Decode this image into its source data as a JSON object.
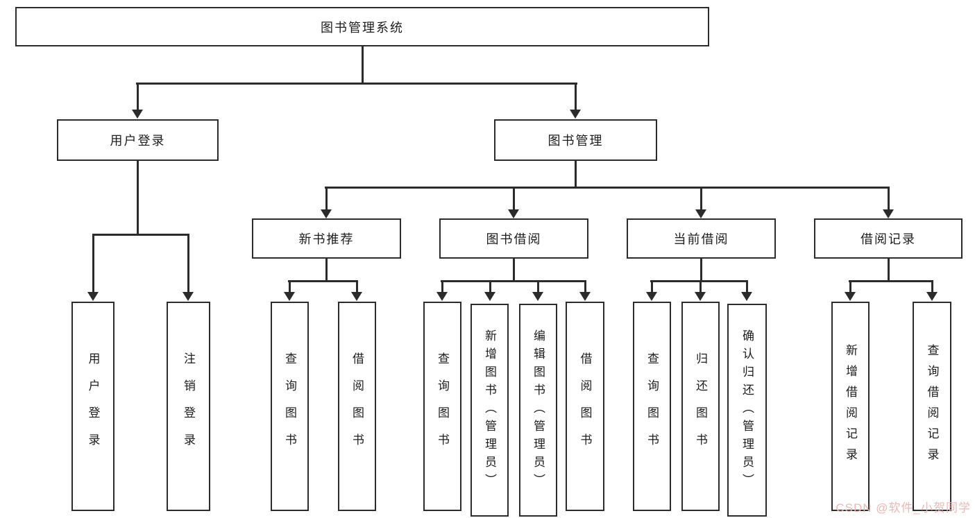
{
  "diagram": {
    "root": {
      "label": "图书管理系统"
    },
    "branches": [
      {
        "label": "用户登录",
        "children": [
          {
            "label": "用户登录"
          },
          {
            "label": "注销登录"
          }
        ]
      },
      {
        "label": "图书管理",
        "children": [
          {
            "label": "新书推荐",
            "children": [
              {
                "label": "查询图书"
              },
              {
                "label": "借阅图书"
              }
            ]
          },
          {
            "label": "图书借阅",
            "children": [
              {
                "label": "查询图书"
              },
              {
                "label": "新增图书（管理员）"
              },
              {
                "label": "编辑图书（管理员）"
              },
              {
                "label": "借阅图书"
              }
            ]
          },
          {
            "label": "当前借阅",
            "children": [
              {
                "label": "查询图书"
              },
              {
                "label": "归还图书"
              },
              {
                "label": "确认归还（管理员）"
              }
            ]
          },
          {
            "label": "借阅记录",
            "children": [
              {
                "label": "新增借阅记录"
              },
              {
                "label": "查询借阅记录"
              }
            ]
          }
        ]
      }
    ]
  },
  "watermark": {
    "text": "CSDN @软件_小贺同学"
  },
  "colors": {
    "line": "#2b2b2b",
    "watermark": "#f0b6b2"
  }
}
